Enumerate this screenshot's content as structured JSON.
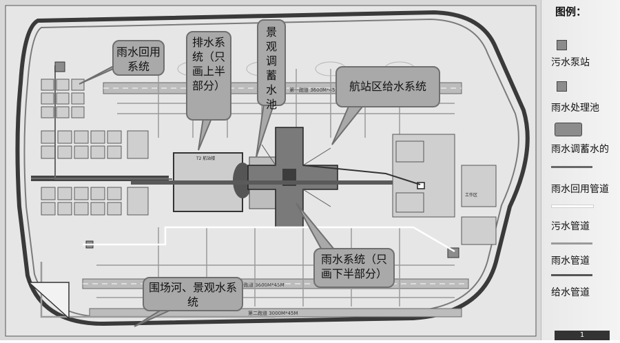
{
  "legend": {
    "title": "图例：",
    "items": [
      {
        "label": "污水泵站",
        "icon": "sewage-pump-station-icon",
        "color": "#8c8c8c"
      },
      {
        "label": "雨水处理池",
        "icon": "rainwater-treatment-pool-icon",
        "color": "#8c8c8c"
      },
      {
        "label": "雨水调蓄水的",
        "icon": "rainwater-storage-tank-icon",
        "color": "#8c8c8c"
      },
      {
        "label": "雨水回用管道",
        "icon": "rainwater-reuse-pipe-line",
        "color": "#666666"
      },
      {
        "label": "污水管道",
        "icon": "sewage-pipe-line",
        "color": "#ffffff"
      },
      {
        "label": "雨水管道",
        "icon": "rainwater-pipe-line",
        "color": "#9a9a9a"
      },
      {
        "label": "给水管道",
        "icon": "water-supply-pipe-line",
        "color": "#555555"
      }
    ]
  },
  "callouts": {
    "reuse": "雨水回用系统",
    "drainage": "排水系统（只画上半部分）",
    "pond": "景观调蓄水池",
    "terminal": "航站区给水系统",
    "rain": "雨水系统（只画下半部分）",
    "river": "围场河、景观水系统"
  },
  "map_labels": {
    "runway_north": "第一跑道 3600M*45M",
    "runway_south1": "第一跑道 3600M*45M",
    "runway_south2": "第二跑道 3000M*45M",
    "t2": "T2 航站楼",
    "facility_right": "工作区"
  },
  "page_number": "1"
}
